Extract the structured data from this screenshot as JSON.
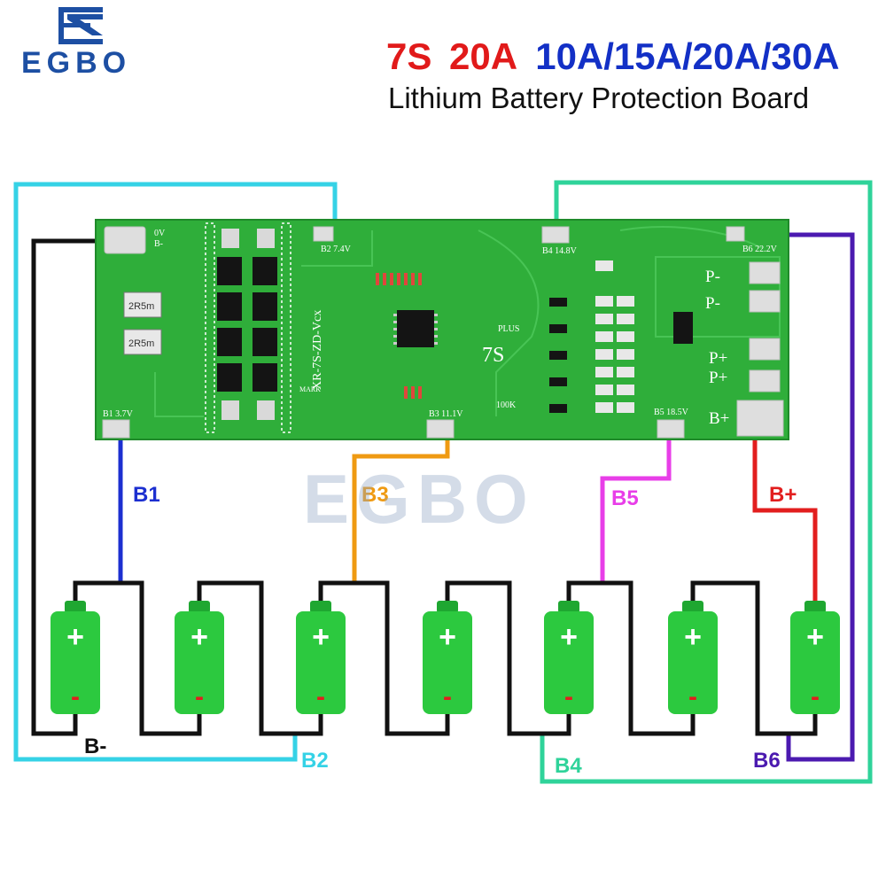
{
  "logo": {
    "text": "EGBO",
    "color": "#1d4fa3"
  },
  "watermark": {
    "text": "EGBO"
  },
  "heading": {
    "model": "7S",
    "current": "20A",
    "variants": "10A/15A/20A/30A",
    "subtitle": "Lithium Battery Protection Board",
    "colors": {
      "model": "#e11a1a",
      "variants": "#1330c6",
      "subtitle": "#111111"
    }
  },
  "board": {
    "color": "#2fae3a",
    "part_number": "XR-7S-ZD-Vcx",
    "center_label": "7S",
    "plus_label": "PLUS",
    "resistor_label": "100K",
    "mark_label": "MARK",
    "shunt_label": "2R5m",
    "pads": {
      "zero": {
        "line1": "0V",
        "line2": "B-"
      },
      "b1": "B1 3.7V",
      "b2": "B2 7.4V",
      "b3": "B3 11.1V",
      "b4": "B4 14.8V",
      "b5": "B5 18.5V",
      "b6": "B6 22.2V",
      "p_minus": "P-",
      "p_plus": "P+",
      "b_plus": "B+"
    }
  },
  "wire_labels": {
    "b1": "B1",
    "b2": "B2",
    "b3": "B3",
    "b4": "B4",
    "b5": "B5",
    "b6": "B6",
    "b_plus": "B+",
    "b_minus": "B-"
  },
  "wire_colors": {
    "b_minus": "#111111",
    "b1": "#1c2fd0",
    "b2": "#35d2e6",
    "b3": "#ef9a12",
    "b4": "#2fd39a",
    "b5": "#e83ee8",
    "b6": "#4b1ab0",
    "b_plus": "#e21e1e"
  },
  "cells": {
    "count": 7,
    "plus_symbol": "+",
    "minus_symbol": "-",
    "body_color": "#2cc93f",
    "cap_color": "#1fa731"
  }
}
